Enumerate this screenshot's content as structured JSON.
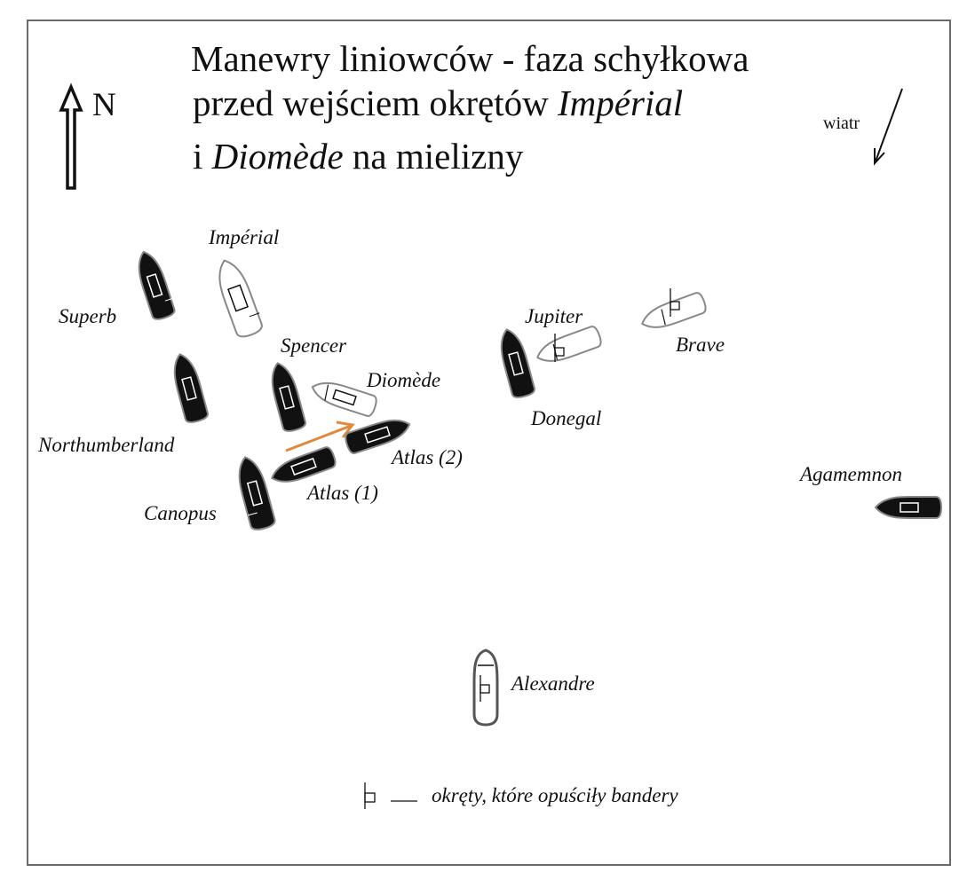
{
  "title": {
    "line1": "Manewry liniowców - faza schyłkowa",
    "line2_prefix": "przed wejściem okrętów ",
    "line2_italic": "Impérial",
    "line3_prefix": "i ",
    "line3_italic": "Diomède",
    "line3_suffix": " na mielizny"
  },
  "compass_label": "N",
  "wind_label": "wiatr",
  "ships": [
    {
      "id": "superb",
      "name": "Superb",
      "side": "british",
      "struck": false
    },
    {
      "id": "imperial",
      "name": "Impérial",
      "side": "french",
      "struck": false
    },
    {
      "id": "northumberland",
      "name": "Northumberland",
      "side": "british",
      "struck": false
    },
    {
      "id": "spencer",
      "name": "Spencer",
      "side": "british",
      "struck": false
    },
    {
      "id": "diomede",
      "name": "Diomède",
      "side": "french",
      "struck": false
    },
    {
      "id": "atlas1",
      "name": "Atlas (1)",
      "side": "british",
      "struck": false
    },
    {
      "id": "atlas2",
      "name": "Atlas (2)",
      "side": "british",
      "struck": false
    },
    {
      "id": "canopus",
      "name": "Canopus",
      "side": "british",
      "struck": false
    },
    {
      "id": "donegal",
      "name": "Donegal",
      "side": "british",
      "struck": false
    },
    {
      "id": "jupiter",
      "name": "Jupiter",
      "side": "french",
      "struck": true
    },
    {
      "id": "brave",
      "name": "Brave",
      "side": "french",
      "struck": true
    },
    {
      "id": "agamemnon",
      "name": "Agamemnon",
      "side": "british",
      "struck": false
    },
    {
      "id": "alexandre",
      "name": "Alexandre",
      "side": "french",
      "struck": true
    }
  ],
  "legend": {
    "text": "okręty, które opuściły bandery"
  },
  "colors": {
    "british_hull": "#111111",
    "french_hull": "#ffffff",
    "movement_arrow": "#e08a3c"
  }
}
